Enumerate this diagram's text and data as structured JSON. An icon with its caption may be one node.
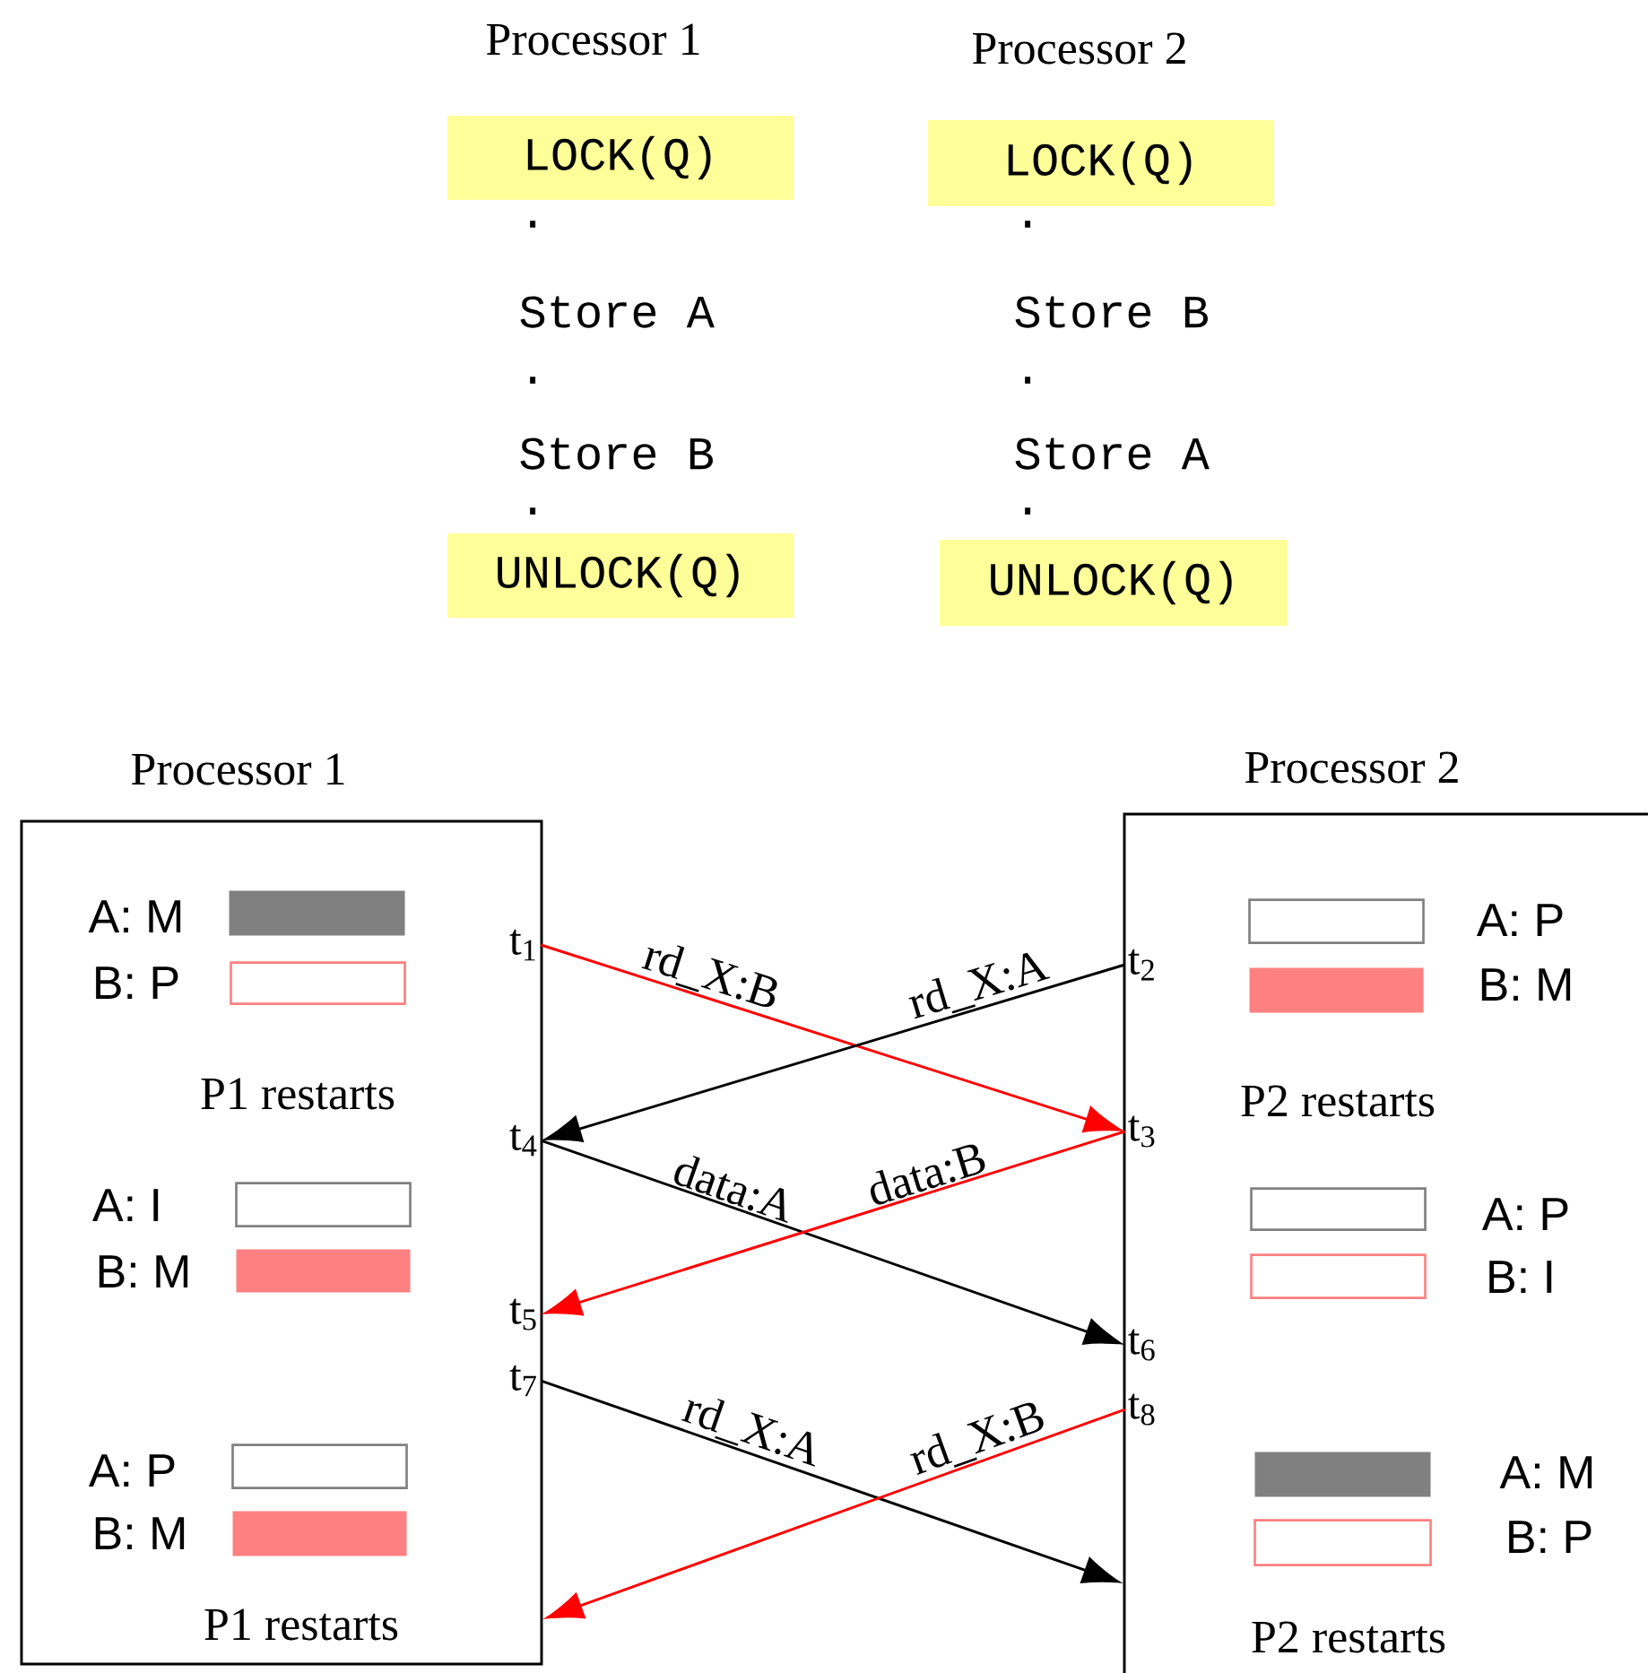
{
  "diagram": {
    "nodes": [
      {
        "text": [
          "LOCK(Q)"
        ]
      },
      {
        "text": [
          "UNLOCK(Q)"
        ]
      },
      {
        "text": [
          "LOCK(Q)"
        ]
      },
      {
        "text": [
          "UNLOCK(Q)"
        ]
      },
      {
        "text": [
          "Processor 1"
        ]
      },
      {
        "text": [
          "Processor 2"
        ]
      },
      {
        "text": [
          "t$_{1}$"
        ],
        "in": 4
      },
      {
        "text": [
          "t$_{4}$"
        ],
        "in": 4
      },
      {
        "text": [
          "t$_{5}$"
        ],
        "in": 4
      },
      {
        "text": [
          "t$_{7}$"
        ],
        "in": 4
      },
      {
        "text": [
          "t$_{2}$"
        ],
        "in": 5
      },
      {
        "text": [
          "t$_{3}$"
        ],
        "in": 5
      },
      {
        "text": [
          "t$_{6}$"
        ],
        "in": 5
      },
      {
        "text": [
          "t$_{8}$"
        ],
        "in": 5
      },
      {
        "text": [],
        "shape": "bar",
        "in": 4
      },
      {
        "text": [],
        "shape": "bar",
        "in": 4
      },
      {
        "text": [],
        "shape": "bar",
        "in": 4
      },
      {
        "text": [],
        "shape": "bar",
        "in": 4
      },
      {
        "text": [],
        "shape": "bar",
        "in": 4
      },
      {
        "text": [],
        "shape": "bar",
        "in": 4
      },
      {
        "text": [],
        "shape": "bar",
        "in": 5
      },
      {
        "text": [],
        "shape": "bar",
        "in": 5
      },
      {
        "text": [],
        "shape": "bar",
        "in": 5
      },
      {
        "text": [],
        "shape": "bar",
        "in": 5
      },
      {
        "text": [],
        "shape": "bar",
        "in": 5
      },
      {
        "text": [],
        "shape": "bar",
        "in": 5
      }
    ],
    "edges": [
      {
        "from": 6,
        "to": 11,
        "arrow": "to",
        "label": "rd_X:B",
        "color": "#ff0000"
      },
      {
        "from": 10,
        "to": 7,
        "arrow": "to",
        "label": "rd_X:A",
        "color": "#000000"
      },
      {
        "from": 7,
        "to": 12,
        "arrow": "to",
        "label": "data:A",
        "color": "#000000"
      },
      {
        "from": 11,
        "to": 8,
        "arrow": "to",
        "label": "data:B",
        "color": "#ff0000"
      },
      {
        "from": 9,
        "to": 5,
        "arrow": "to",
        "label": "rd_X:A",
        "color": "#000000"
      },
      {
        "from": 13,
        "to": 4,
        "arrow": "to",
        "label": "rd_X:B",
        "color": "#ff0000"
      }
    ],
    "labels": [
      "Processor 1",
      "Processor 2",
      ".",
      "Store A",
      ".",
      "Store B",
      ".",
      ".",
      "Store B",
      ".",
      "Store A",
      ".",
      "A: M",
      "B: P",
      "P1 restarts",
      "A: I",
      "B: M",
      "A: P",
      "B: M",
      "P1 restarts",
      "A: P",
      "B: M",
      "P2 restarts",
      "A: P",
      "B: I",
      "A: M",
      "B: P",
      "P2 restarts"
    ]
  }
}
